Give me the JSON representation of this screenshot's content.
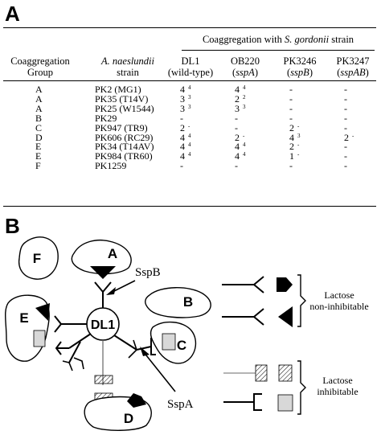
{
  "panel_a": {
    "letter": "A",
    "header": {
      "span_prefix": "Coaggregation with ",
      "span_italic": "S. gordonii",
      "span_suffix": " strain",
      "group_label_1": "Coaggregation",
      "group_label_2": "Group",
      "strain_label_1_italic": "A. naeslundii",
      "strain_label_2": "strain",
      "columns": [
        {
          "name": "DL1",
          "sub": "(wild-type)",
          "sub_italic": false
        },
        {
          "name": "OB220",
          "sub": "sspA",
          "sub_italic": true
        },
        {
          "name": "PK3246",
          "sub": "sspB",
          "sub_italic": true
        },
        {
          "name": "PK3247",
          "sub": "sspAB",
          "sub_italic": true
        }
      ]
    },
    "rows": [
      {
        "group": "A",
        "strain": "PK2 (MG1)",
        "cells": [
          [
            "4",
            "4"
          ],
          [
            "4",
            "4"
          ],
          [
            "-",
            ""
          ],
          [
            "-",
            ""
          ]
        ]
      },
      {
        "group": "A",
        "strain": "PK35 (T14V)",
        "cells": [
          [
            "3",
            "3"
          ],
          [
            "2",
            "2"
          ],
          [
            "-",
            ""
          ],
          [
            "-",
            ""
          ]
        ]
      },
      {
        "group": "A",
        "strain": "PK25 (W1544)",
        "cells": [
          [
            "3",
            "3"
          ],
          [
            "3",
            "3"
          ],
          [
            "-",
            ""
          ],
          [
            "-",
            ""
          ]
        ]
      },
      {
        "group": "B",
        "strain": "PK29",
        "cells": [
          [
            "-",
            ""
          ],
          [
            "-",
            ""
          ],
          [
            "-",
            ""
          ],
          [
            "-",
            ""
          ]
        ]
      },
      {
        "group": "C",
        "strain": "PK947 (TR9)",
        "cells": [
          [
            "2",
            "-"
          ],
          [
            "-",
            ""
          ],
          [
            "2",
            "-"
          ],
          [
            "-",
            ""
          ]
        ]
      },
      {
        "group": "D",
        "strain": "PK606 (RC29)",
        "cells": [
          [
            "4",
            "4"
          ],
          [
            "2",
            "-"
          ],
          [
            "4",
            "3"
          ],
          [
            "2",
            "-"
          ]
        ]
      },
      {
        "group": "E",
        "strain": "PK34 (T14AV)",
        "cells": [
          [
            "4",
            "4"
          ],
          [
            "4",
            "4"
          ],
          [
            "2",
            "-"
          ],
          [
            "-",
            ""
          ]
        ]
      },
      {
        "group": "E",
        "strain": "PK984 (TR60)",
        "cells": [
          [
            "4",
            "4"
          ],
          [
            "4",
            "4"
          ],
          [
            "1",
            "-"
          ],
          [
            "-",
            ""
          ]
        ]
      },
      {
        "group": "F",
        "strain": "PK1259",
        "cells": [
          [
            "-",
            ""
          ],
          [
            "-",
            ""
          ],
          [
            "-",
            ""
          ],
          [
            "-",
            ""
          ]
        ]
      }
    ]
  },
  "panel_b": {
    "letter": "B",
    "cells": {
      "a": "A",
      "b": "B",
      "c": "C",
      "d": "D",
      "e": "E",
      "f": "F",
      "center": "DL1"
    },
    "annotations": {
      "sspb": "SspB",
      "sspa": "SspA",
      "legend_top_1": "Lactose",
      "legend_top_2": "non-inhibitable",
      "legend_bottom_1": "Lactose",
      "legend_bottom_2": "inhibitable"
    }
  }
}
